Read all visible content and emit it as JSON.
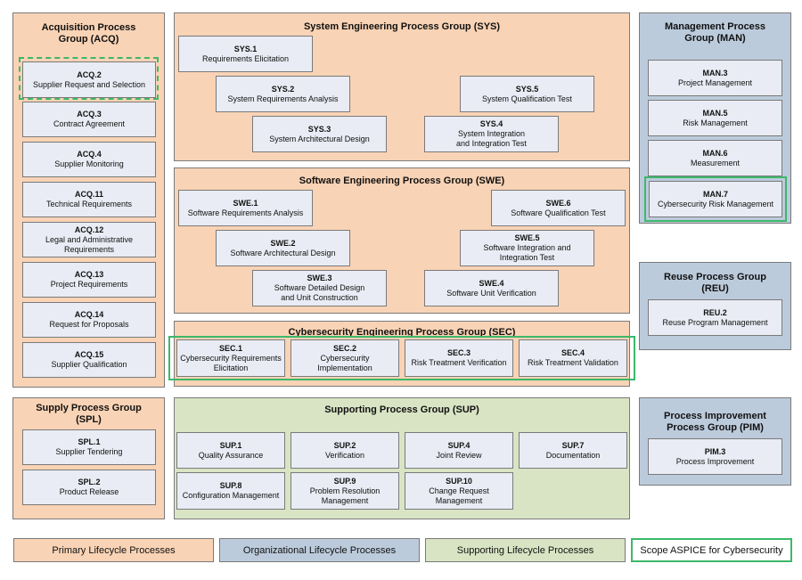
{
  "groups": {
    "acq": "Acquisition Process\nGroup (ACQ)",
    "sys": "System Engineering Process Group (SYS)",
    "man": "Management Process\nGroup (MAN)",
    "swe": "Software Engineering Process Group (SWE)",
    "sec": "Cybersecurity Engineering Process Group (SEC)",
    "reu": "Reuse Process Group\n(REU)",
    "spl": "Supply Process Group\n(SPL)",
    "supg": "Supporting Process Group (SUP)",
    "pim": "Process Improvement\nProcess Group (PIM)"
  },
  "acq": [
    {
      "id": "ACQ.2",
      "name": "Supplier Request and Selection"
    },
    {
      "id": "ACQ.3",
      "name": "Contract Agreement"
    },
    {
      "id": "ACQ.4",
      "name": "Supplier Monitoring"
    },
    {
      "id": "ACQ.11",
      "name": "Technical Requirements"
    },
    {
      "id": "ACQ.12",
      "name": "Legal and Administrative\nRequirements"
    },
    {
      "id": "ACQ.13",
      "name": "Project Requirements"
    },
    {
      "id": "ACQ.14",
      "name": "Request for Proposals"
    },
    {
      "id": "ACQ.15",
      "name": "Supplier Qualification"
    }
  ],
  "sys": [
    {
      "id": "SYS.1",
      "name": "Requirements Elicitation"
    },
    {
      "id": "SYS.2",
      "name": "System Requirements Analysis"
    },
    {
      "id": "SYS.3",
      "name": "System Architectural Design"
    },
    {
      "id": "SYS.4",
      "name": "System Integration\nand Integration Test"
    },
    {
      "id": "SYS.5",
      "name": "System Qualification Test"
    }
  ],
  "man": [
    {
      "id": "MAN.3",
      "name": "Project Management"
    },
    {
      "id": "MAN.5",
      "name": "Risk Management"
    },
    {
      "id": "MAN.6",
      "name": "Measurement"
    },
    {
      "id": "MAN.7",
      "name": "Cybersecurity Risk Management"
    }
  ],
  "swe": [
    {
      "id": "SWE.1",
      "name": "Software Requirements Analysis"
    },
    {
      "id": "SWE.2",
      "name": "Software Architectural Design"
    },
    {
      "id": "SWE.3",
      "name": "Software Detailed Design\nand Unit Construction"
    },
    {
      "id": "SWE.4",
      "name": "Software Unit Verification"
    },
    {
      "id": "SWE.5",
      "name": "Software Integration and\nIntegration Test"
    },
    {
      "id": "SWE.6",
      "name": "Software Qualification Test"
    }
  ],
  "sec": [
    {
      "id": "SEC.1",
      "name": "Cybersecurity Requirements\nElicitation"
    },
    {
      "id": "SEC.2",
      "name": "Cybersecurity\nImplementation"
    },
    {
      "id": "SEC.3",
      "name": "Risk Treatment Verification"
    },
    {
      "id": "SEC.4",
      "name": "Risk Treatment Validation"
    }
  ],
  "reu": [
    {
      "id": "REU.2",
      "name": "Reuse Program Management"
    }
  ],
  "spl": [
    {
      "id": "SPL.1",
      "name": "Supplier Tendering"
    },
    {
      "id": "SPL.2",
      "name": "Product Release"
    }
  ],
  "sup": [
    {
      "id": "SUP.1",
      "name": "Quality Assurance"
    },
    {
      "id": "SUP.2",
      "name": "Verification"
    },
    {
      "id": "SUP.4",
      "name": "Joint Review"
    },
    {
      "id": "SUP.7",
      "name": "Documentation"
    },
    {
      "id": "SUP.8",
      "name": "Configuration Management"
    },
    {
      "id": "SUP.9",
      "name": "Problem Resolution\nManagement"
    },
    {
      "id": "SUP.10",
      "name": "Change Request\nManagement"
    }
  ],
  "pim": [
    {
      "id": "PIM.3",
      "name": "Process Improvement"
    }
  ],
  "legend": {
    "primary": "Primary Lifecycle Processes",
    "organizational": "Organizational Lifecycle Processes",
    "supporting": "Supporting Lifecycle Processes",
    "scope": "Scope ASPICE for Cybersecurity"
  },
  "colors": {
    "primary": "#f9d3b5",
    "organizational": "#bccbdc",
    "supporting": "#d9e4c4",
    "scope": "#3db86a",
    "process_box": "#e9ecf4"
  }
}
